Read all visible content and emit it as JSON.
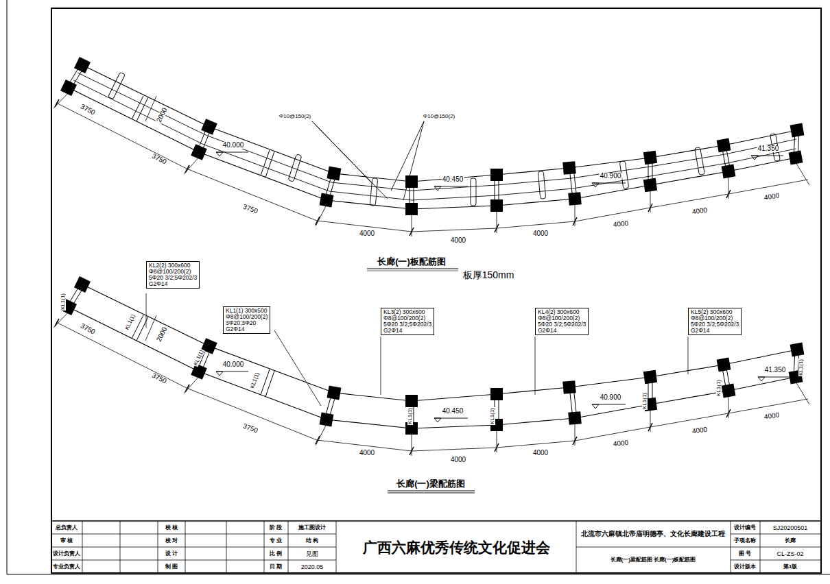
{
  "diagram": {
    "nodes": [
      {
        "text": [
          "KL2(2) 300x600",
          "Φ8@100/200(2)",
          "5Φ20 3/2;5Φ202/3",
          "G2Φ14"
        ]
      },
      {
        "text": [
          "KL1(1) 300x500",
          "Φ8@100/200(2)",
          "3Φ20;3Φ20",
          "G2Φ14"
        ]
      },
      {
        "text": [
          "KL3(2) 300x600",
          "Φ8@100/200(2)",
          "5Φ20 3/2;5Φ202/3",
          "G2Φ14"
        ]
      },
      {
        "text": [
          "KL4(2) 300x600",
          "Φ8@100/200(2)",
          "5Φ20 3/2;5Φ202/3",
          "G2Φ14"
        ]
      },
      {
        "text": [
          "KL5(2) 300x600",
          "Φ8@100/200(2)",
          "5Φ20 3/2;5Φ202/3",
          "G2Φ14"
        ]
      }
    ],
    "labels": [
      "Φ10@150(2)",
      "Φ10@150(2)",
      "3750",
      "3750",
      "3750",
      "2000",
      "40.000",
      "40.450",
      "40.900",
      "41.350",
      "4000",
      "4000",
      "4000",
      "4000",
      "4000",
      "4000",
      "长廊(一)板配筋图",
      "板厚150mm",
      "KL1(1)",
      "KL1(1)",
      "KL1(1)",
      "KL1(1)",
      "KL1(1)",
      "KL1(1)",
      "KL1(1)",
      "KL1(1)",
      "KL1(1)",
      "3750",
      "3750",
      "3750",
      "2000",
      "40.000",
      "40.450",
      "40.900",
      "41.350",
      "4000",
      "4000",
      "4000",
      "4000",
      "4000",
      "4000",
      "长廊(一)梁配筋图",
      "总负责人",
      "审 核",
      "设计负责人",
      "专业负责人",
      "校 核",
      "校 对",
      "设 计",
      "制 图",
      "阶 段",
      "专 业",
      "比 例",
      "日 期",
      "施工图设计",
      "结 构",
      "见图",
      "2020.05",
      "广西六麻优秀传统文化促进会",
      "北流市六麻镇北帝庙明德亭、文化长廊建设工程",
      "长廊(一)梁配筋图 长廊(一)板配筋图",
      "设计编号",
      "子项名称",
      "图 号",
      "设计版本",
      "SJ20200501",
      "长廊",
      "CL-ZS-02",
      "第1版"
    ]
  }
}
